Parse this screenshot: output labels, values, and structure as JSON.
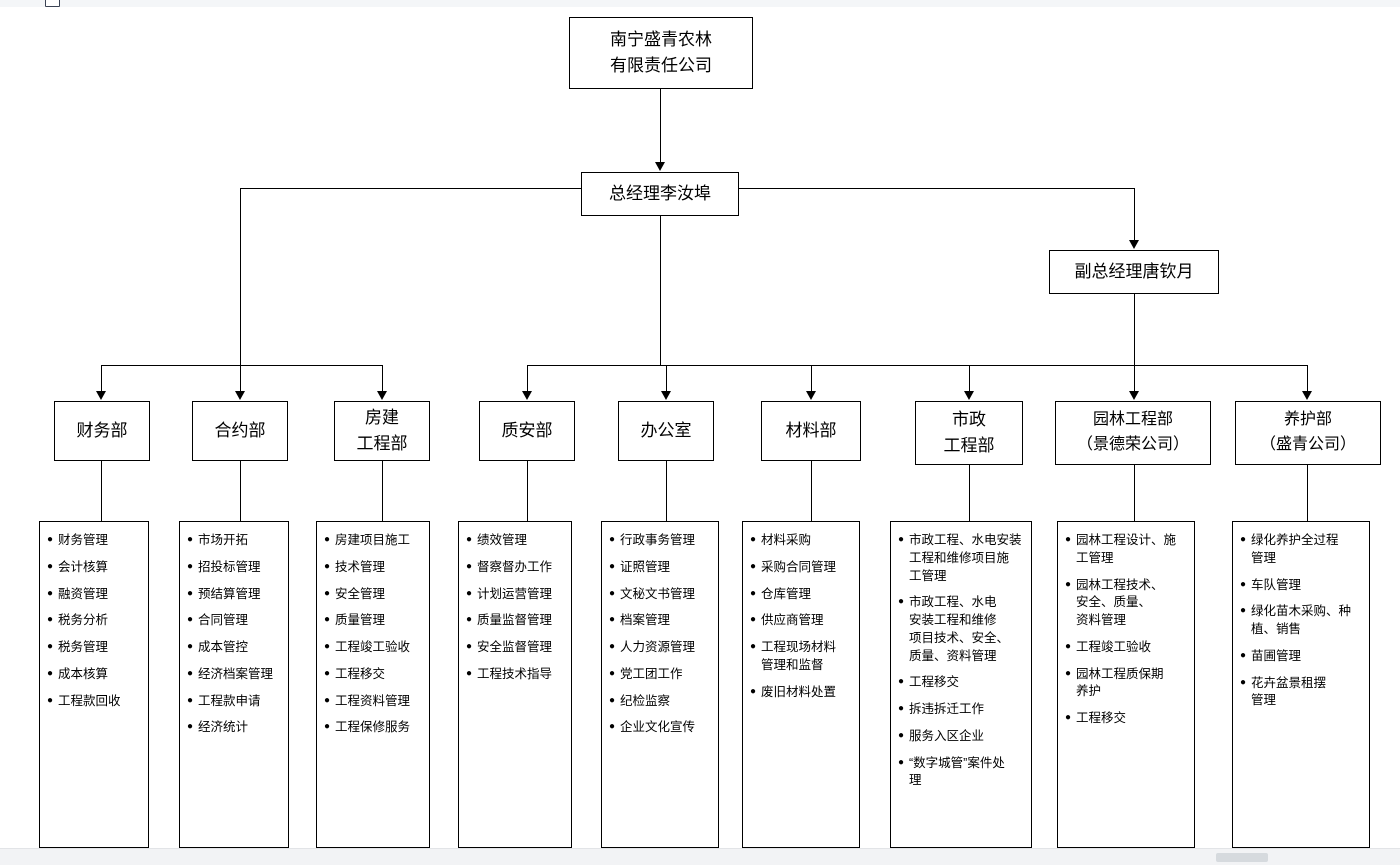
{
  "chrome": {
    "top_tab_stub": "tab-stub",
    "bottom_scrollbar": "horizontal-scrollbar"
  },
  "chart_data": {
    "type": "diagram",
    "title": "南宁盛青农林有限责任公司组织架构图",
    "diagram_kind": "organization-chart"
  },
  "org": {
    "root": {
      "label": "南宁盛青农林\n有限责任公司"
    },
    "general_manager": {
      "label": "总经理李汝埠"
    },
    "deputy_manager": {
      "label": "副总经理唐钦月"
    },
    "departments": [
      {
        "name": "财务部",
        "duties": [
          "财务管理",
          "会计核算",
          "融资管理",
          "税务分析",
          "税务管理",
          "成本核算",
          "工程款回收"
        ]
      },
      {
        "name": "合约部",
        "duties": [
          "市场开拓",
          "招投标管理",
          "预结算管理",
          "合同管理",
          "成本管控",
          "经济档案管理",
          "工程款申请",
          "经济统计"
        ]
      },
      {
        "name": "房建\n工程部",
        "duties": [
          "房建项目施工",
          "技术管理",
          "安全管理",
          "质量管理",
          "工程竣工验收",
          "工程移交",
          "工程资料管理",
          "工程保修服务"
        ]
      },
      {
        "name": "质安部",
        "duties": [
          "绩效管理",
          "督察督办工作",
          "计划运营管理",
          "质量监督管理",
          "安全监督管理",
          "工程技术指导"
        ]
      },
      {
        "name": "办公室",
        "duties": [
          "行政事务管理",
          "证照管理",
          "文秘文书管理",
          "档案管理",
          "人力资源管理",
          "党工团工作",
          "纪检监察",
          "企业文化宣传"
        ]
      },
      {
        "name": "材料部",
        "duties": [
          "材料采购",
          "采购合同管理",
          "仓库管理",
          "供应商管理",
          "工程现场材料\n管理和监督",
          "废旧材料处置"
        ]
      },
      {
        "name": "市政\n工程部",
        "duties": [
          "市政工程、水电安装\n工程和维修项目施\n工管理",
          "市政工程、水电\n安装工程和维修\n项目技术、安全、\n质量、资料管理",
          "工程移交",
          "拆违拆迁工作",
          "服务入区企业",
          "“数字城管”案件处\n理"
        ]
      },
      {
        "name": "园林工程部\n（景德荣公司）",
        "duties": [
          "园林工程设计、施\n工管理",
          "园林工程技术、\n安全、质量、\n资料管理",
          "工程竣工验收",
          "园林工程质保期\n养护",
          "工程移交"
        ]
      },
      {
        "name": "养护部\n（盛青公司）",
        "duties": [
          "绿化养护全过程\n管理",
          "车队管理",
          "绿化苗木采购、种\n植、销售",
          "苗圃管理",
          "花卉盆景租摆\n管理"
        ]
      }
    ]
  }
}
